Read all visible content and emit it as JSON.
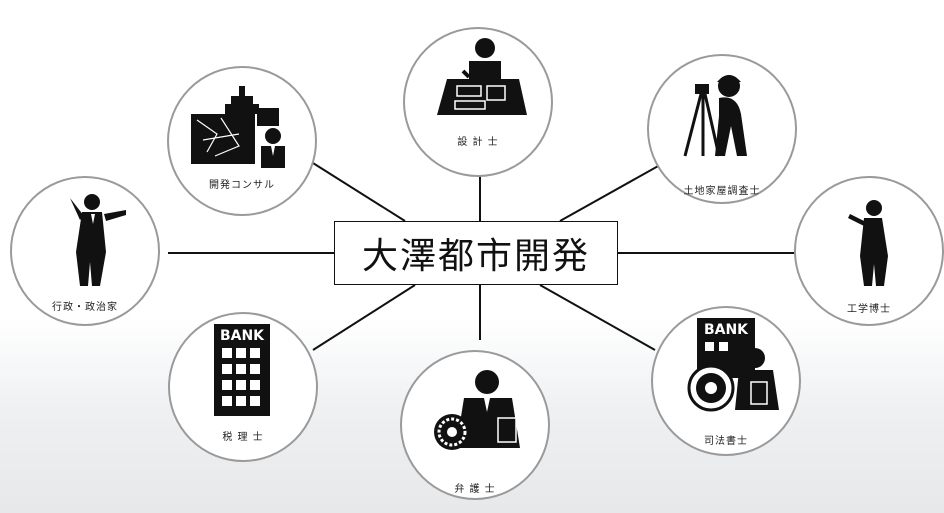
{
  "hub": {
    "title": "大澤都市開発"
  },
  "nodes": {
    "sekkeishi": {
      "label": "設 計 士",
      "icon": "architect-drafting-icon"
    },
    "kaihatsu_consultant": {
      "label": "開発コンサル",
      "icon": "parliament-city-map-icon"
    },
    "tochi_kaoku_chousashi": {
      "label": "土地家屋調査士",
      "icon": "surveyor-tripod-icon"
    },
    "gyosei_seijika": {
      "label": "行政・政治家",
      "icon": "politician-speaking-icon"
    },
    "kogaku_hakushi": {
      "label": "工学博士",
      "icon": "engineer-reading-icon"
    },
    "zeirishi": {
      "label": "税 理 士",
      "icon": "bank-building-icon",
      "sign": "BANK"
    },
    "bengoshi": {
      "label": "弁 護 士",
      "icon": "lawyer-badge-icon"
    },
    "shiho_shoshi": {
      "label": "司法書士",
      "icon": "bank-emblem-icon",
      "sign": "BANK"
    }
  },
  "colors": {
    "line": "#111111",
    "circle_border": "#9a9a9a",
    "icon": "#111111"
  }
}
